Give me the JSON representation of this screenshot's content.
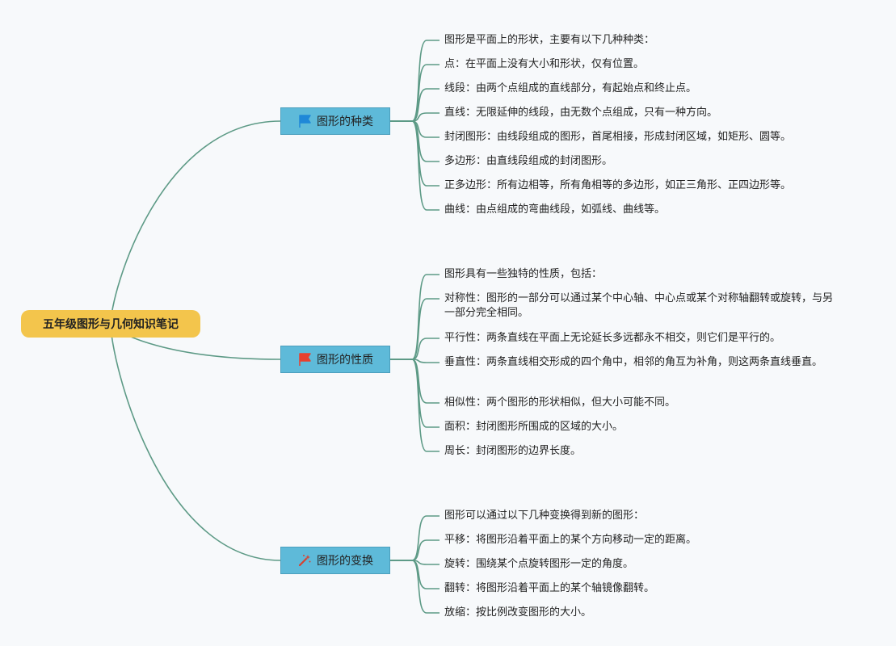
{
  "root": {
    "label": "五年级图形与几何知识笔记"
  },
  "branches": [
    {
      "label": "图形的种类",
      "icon": "blue-flag-icon",
      "color": "#1f88d8",
      "items": [
        "图形是平面上的形状，主要有以下几种种类：",
        "点：在平面上没有大小和形状，仅有位置。",
        "线段：由两个点组成的直线部分，有起始点和终止点。",
        "直线：无限延伸的线段，由无数个点组成，只有一种方向。",
        "封闭图形：由线段组成的图形，首尾相接，形成封闭区域，如矩形、圆等。",
        "多边形：由直线段组成的封闭图形。",
        "正多边形：所有边相等，所有角相等的多边形，如正三角形、正四边形等。",
        "曲线：由点组成的弯曲线段，如弧线、曲线等。"
      ]
    },
    {
      "label": "图形的性质",
      "icon": "red-flag-icon",
      "color": "#e8402f",
      "items": [
        "图形具有一些独特的性质，包括：",
        "对称性：图形的一部分可以通过某个中心轴、中心点或某个对称轴翻转或旋转，与另一部分完全相同。",
        "平行性：两条直线在平面上无论延长多远都永不相交，则它们是平行的。",
        "垂直性：两条直线相交形成的四个角中，相邻的角互为补角，则这两条直线垂直。",
        "相似性：两个图形的形状相似，但大小可能不同。",
        "面积：封闭图形所围成的区域的大小。",
        "周长：封闭图形的边界长度。"
      ]
    },
    {
      "label": "图形的变换",
      "icon": "magic-wand-icon",
      "color": "#d8412f",
      "items": [
        "图形可以通过以下几种变换得到新的图形：",
        "平移：将图形沿着平面上的某个方向移动一定的距离。",
        "旋转：围绕某个点旋转图形一定的角度。",
        "翻转：将图形沿着平面上的某个轴镜像翻转。",
        "放缩：按比例改变图形的大小。"
      ]
    }
  ]
}
